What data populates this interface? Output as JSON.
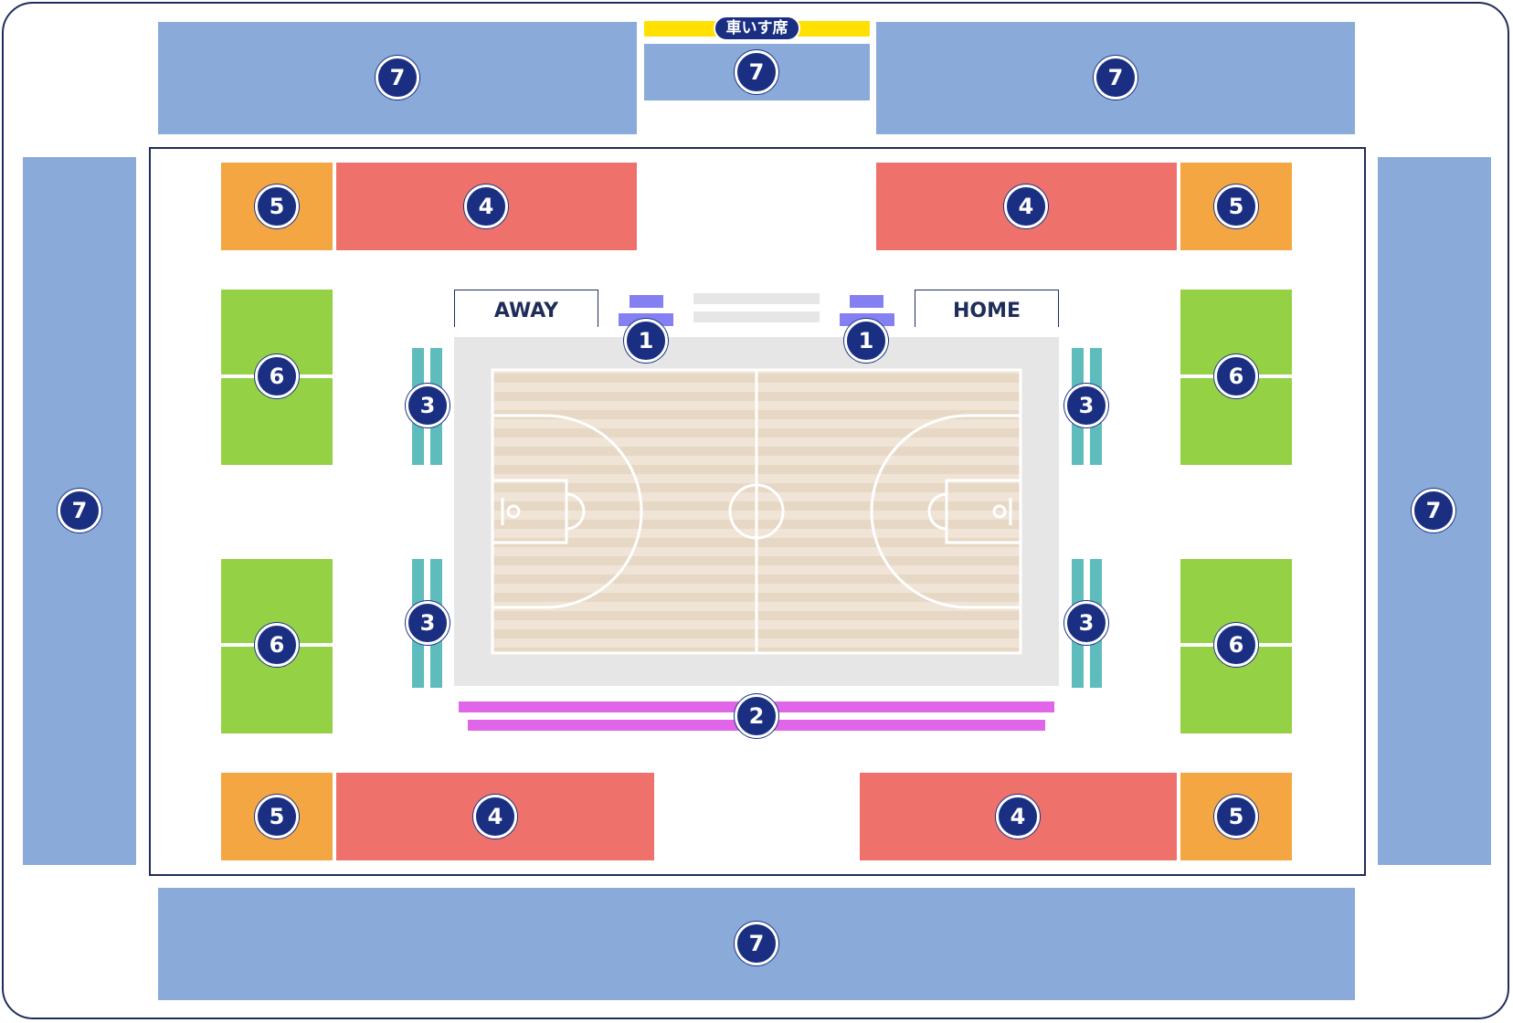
{
  "title": "",
  "wheelchair_label": "車いす席",
  "benches": {
    "away": "AWAY",
    "home": "HOME"
  },
  "sections": {
    "s1": "1",
    "s2": "2",
    "s3": "3",
    "s4": "4",
    "s5": "5",
    "s6": "6",
    "s7": "7"
  },
  "colors": {
    "section_1": "#8580f2",
    "section_2": "#e065e8",
    "section_3": "#5fbcbc",
    "section_4": "#ef716b",
    "section_5": "#f4a642",
    "section_6": "#95d145",
    "section_7": "#8aabd9",
    "wheelchair": "#ffe000",
    "badge": "#1a2f82",
    "court_floor": "#e7d8c6",
    "court_apron": "#e6e6e6"
  }
}
